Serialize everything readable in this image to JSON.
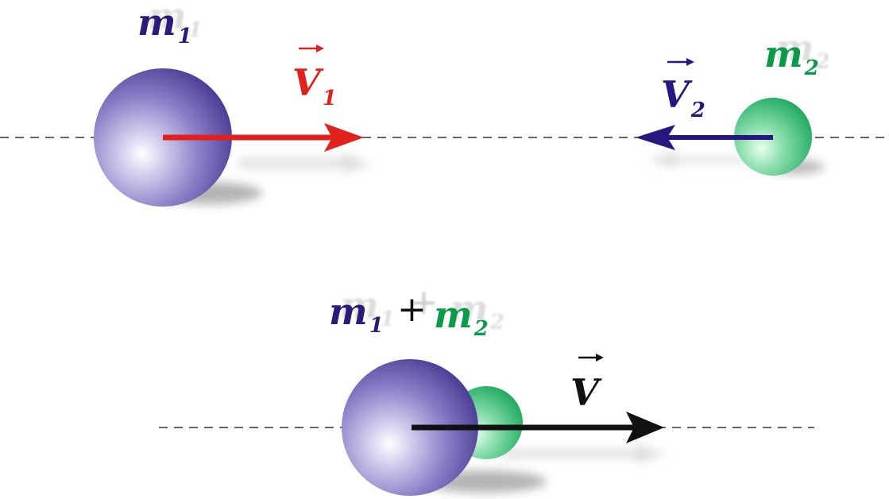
{
  "labels": {
    "m1": {
      "base": "m",
      "sub": "1"
    },
    "m2": {
      "base": "m",
      "sub": "2"
    },
    "v1": {
      "base": "V",
      "sub": "1"
    },
    "v2": {
      "base": "V",
      "sub": "2"
    },
    "combined": {
      "m1_base": "m",
      "m1_sub": "1",
      "plus": "+",
      "m2_base": "m",
      "m2_sub": "2"
    },
    "v": {
      "base": "V"
    }
  },
  "colors": {
    "mass1": "#2e1a78",
    "mass2": "#0a9a4a",
    "velocity1": "#e0221c",
    "velocity2": "#2a1680",
    "velocity_combined": "#111111",
    "axis": "#333333"
  }
}
